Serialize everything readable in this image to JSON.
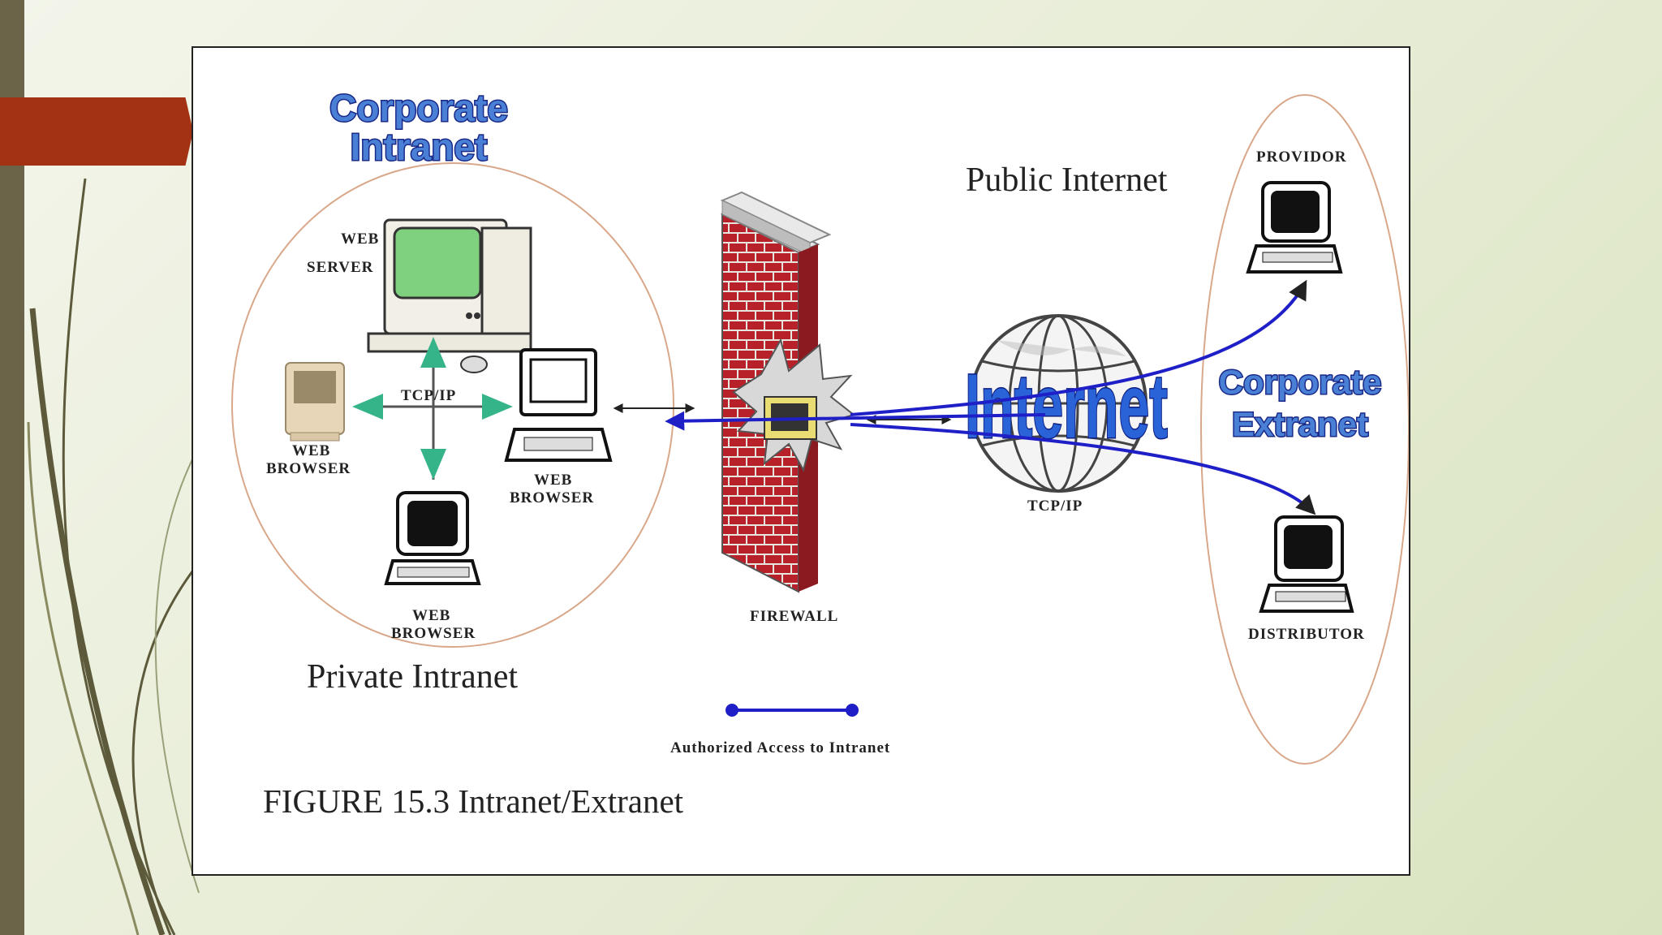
{
  "diagram": {
    "corporate_intranet_title": [
      "Corporate",
      "Intranet"
    ],
    "corporate_extranet_title": [
      "Corporate",
      "Extranet"
    ],
    "public_internet_label": "Public Internet",
    "private_intranet_label": "Private Intranet",
    "internet_logo_text": "Internet",
    "nodes": {
      "web_server": [
        "WEB",
        "SERVER"
      ],
      "web_browser_left": [
        "WEB",
        "BROWSER"
      ],
      "web_browser_right": [
        "WEB",
        "BROWSER"
      ],
      "web_browser_bottom": [
        "WEB",
        "BROWSER"
      ],
      "tcpip_intranet": "TCP/IP",
      "firewall": "FIREWALL",
      "tcpip_internet": "TCP/IP",
      "providor": "PROVIDOR",
      "distributor": "DISTRIBUTOR"
    },
    "legend_label": "Authorized Access to Intranet",
    "figure_caption": "FIGURE 15.3 Intranet/Extranet",
    "colors": {
      "access_line": "#1f1fc8",
      "tcp_arrows": "#35b48a",
      "firewall_brick": "#b8202a",
      "ellipse_outline": "#d9a88a",
      "accent_tab": "#a33214"
    }
  }
}
